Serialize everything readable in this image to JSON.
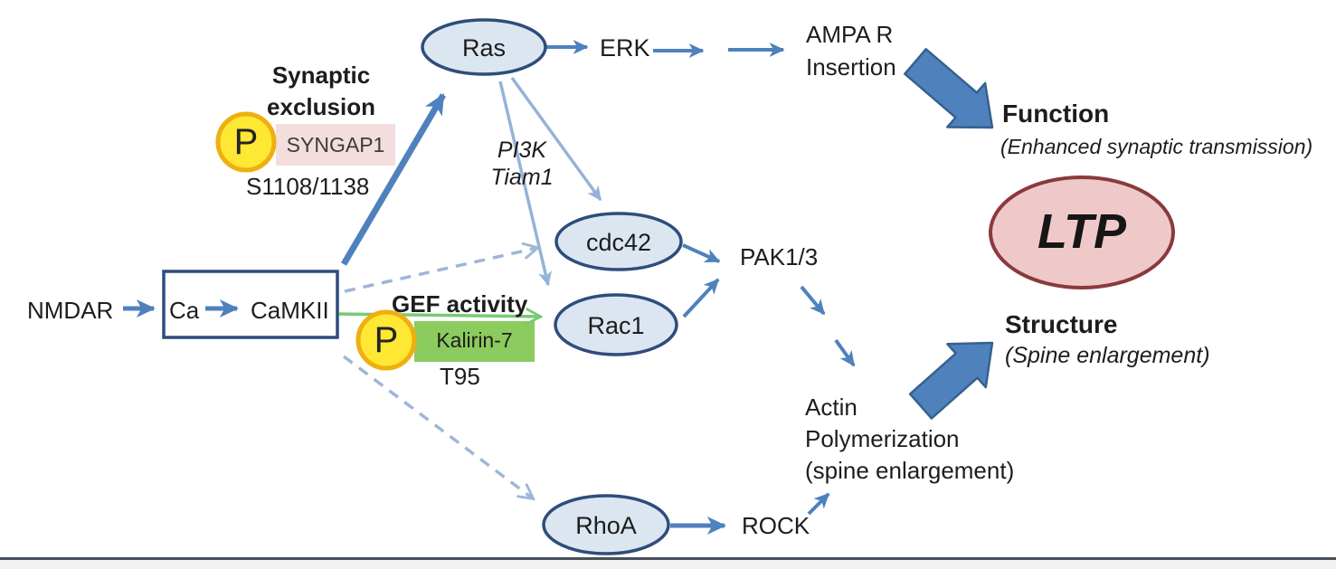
{
  "figure": {
    "description": "NMDAR-CaMKII signaling pathway diagram leading to LTP",
    "background": "#ffffff",
    "bottom_rule_color": "#47505a"
  },
  "colors": {
    "node_fill": "#dce6f1",
    "node_border": "#2e4d7b",
    "ltp_fill": "#efc9ca",
    "ltp_border": "#8a3a3c",
    "arrow_blue": "#4f81bd",
    "arrow_light_blue": "#95b3d7",
    "arrow_dashed_blue": "#9fb6d8",
    "arrow_green": "#78ca74",
    "block_arrow_fill": "#4f81bd",
    "block_arrow_border": "#36618f",
    "phospho_fill": "#ffe834",
    "phospho_border": "#efaf10",
    "syngap_box_fill": "#f3dedd",
    "kalirin_box_fill": "#8ccb5e"
  },
  "nodes": {
    "nmdar": "NMDAR",
    "ca": "Ca",
    "camkii": "CaMKII",
    "ras": "Ras",
    "erk": "ERK",
    "ampa_line1": "AMPA R",
    "ampa_line2": "Insertion",
    "cdc42": "cdc42",
    "rac1": "Rac1",
    "rhoa": "RhoA",
    "pak": "PAK1/3",
    "rock": "ROCK",
    "actin_line1": "Actin",
    "actin_line2": "Polymerization",
    "actin_line3": "(spine enlargement)",
    "ltp": "LTP"
  },
  "annotations": {
    "pi3k": "PI3K",
    "tiam1": "Tiam1",
    "synaptic_line1": "Synaptic",
    "synaptic_line2": "exclusion",
    "phospho_p": "P",
    "syngap1": "SYNGAP1",
    "syngap1_sites": "S1108/1138",
    "gef_activity": "GEF activity",
    "kalirin7": "Kalirin-7",
    "kalirin7_site": "T95"
  },
  "outcomes": {
    "function_title": "Function",
    "function_subtitle": "(Enhanced synaptic transmission)",
    "structure_title": "Structure",
    "structure_subtitle": "(Spine enlargement)"
  }
}
